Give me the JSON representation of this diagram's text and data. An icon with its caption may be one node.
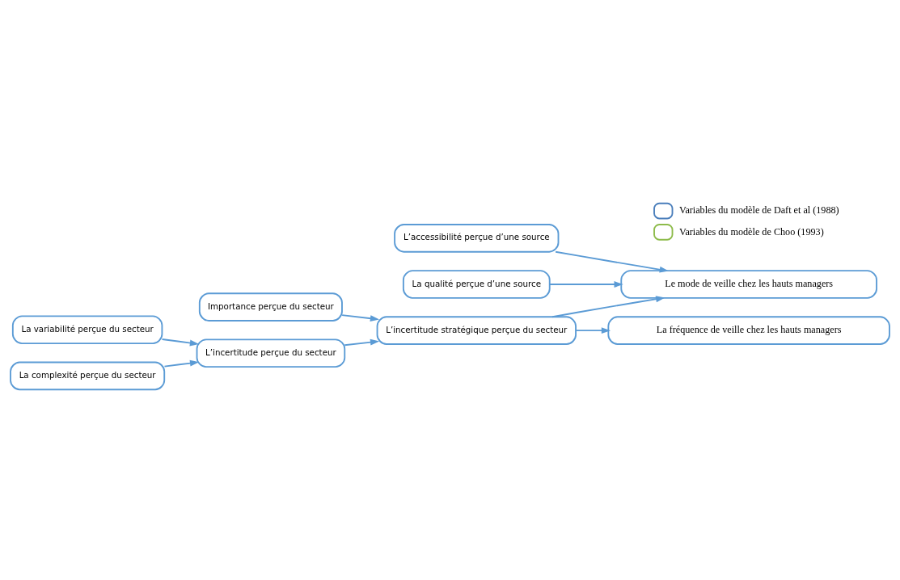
{
  "diagram": {
    "nodes": [
      {
        "text": [
          "Importance perçue du secteur"
        ]
      },
      {
        "text": [
          "La variabilité perçue du secteur"
        ]
      },
      {
        "text": [
          "La complexité perçue du secteur"
        ]
      },
      {
        "text": [
          "L’incertitude perçue du secteur"
        ]
      },
      {
        "text": [
          "L’accessibilité perçue d’une source"
        ]
      },
      {
        "text": [
          "La qualité perçue d’une source"
        ]
      },
      {
        "text": [
          "L’incertitude stratégique perçue du secteur"
        ]
      },
      {
        "text": [
          "Le mode de veille chez les hauts managers"
        ]
      },
      {
        "text": [
          "La fréquence de veille chez les hauts managers"
        ]
      }
    ],
    "edges": [
      {
        "from": 0,
        "to": 6,
        "arrow": "to"
      },
      {
        "from": 1,
        "to": 3,
        "arrow": "to"
      },
      {
        "from": 2,
        "to": 3,
        "arrow": "to"
      },
      {
        "from": 3,
        "to": 6,
        "arrow": "to"
      },
      {
        "from": 4,
        "to": 7,
        "arrow": "to"
      },
      {
        "from": 5,
        "to": 7,
        "arrow": "to"
      },
      {
        "from": 6,
        "to": 7,
        "arrow": "to"
      },
      {
        "from": 6,
        "to": 8,
        "arrow": "to"
      }
    ],
    "legend": [
      {
        "text": "Variables du modèle de Daft et al (1988)",
        "color": "#4a7ebb"
      },
      {
        "text": "Variables du modèle de Choo (1993)",
        "color": "#8dbb4a"
      }
    ]
  }
}
